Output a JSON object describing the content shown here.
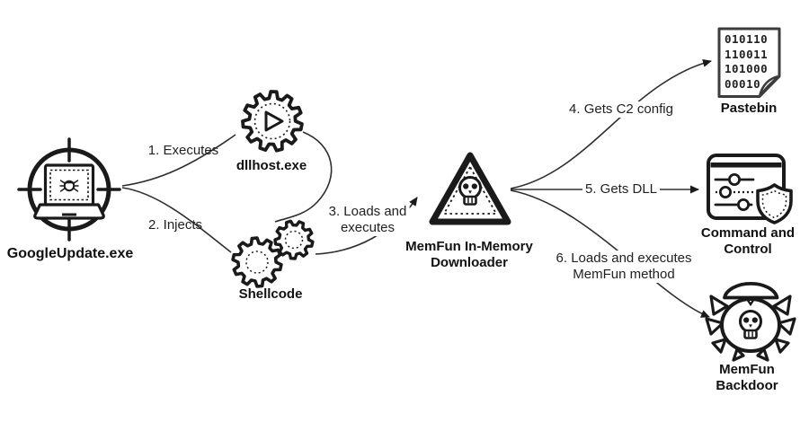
{
  "nodes": {
    "googleupdate": {
      "label": "GoogleUpdate.exe"
    },
    "dllhost": {
      "label": "dllhost.exe"
    },
    "shellcode": {
      "label": "Shellcode"
    },
    "downloader": {
      "label_line1": "MemFun In-Memory",
      "label_line2": "Downloader"
    },
    "pastebin": {
      "label": "Pastebin",
      "code_lines": [
        "010110",
        "110011",
        "101000",
        "00010"
      ]
    },
    "c2": {
      "label_line1": "Command and",
      "label_line2": "Control"
    },
    "backdoor": {
      "label_line1": "MemFun",
      "label_line2": "Backdoor"
    }
  },
  "steps": {
    "s1": "1. Executes",
    "s2": "2. Injects",
    "s3_line1": "3. Loads and",
    "s3_line2": "executes",
    "s4": "4. Gets C2 config",
    "s5": "5. Gets DLL",
    "s6_line1": "6. Loads and executes",
    "s6_line2": "MemFun method"
  },
  "colors": {
    "ink": "#1a1a1a",
    "line": "#2e2e2e",
    "background": "#ffffff"
  }
}
